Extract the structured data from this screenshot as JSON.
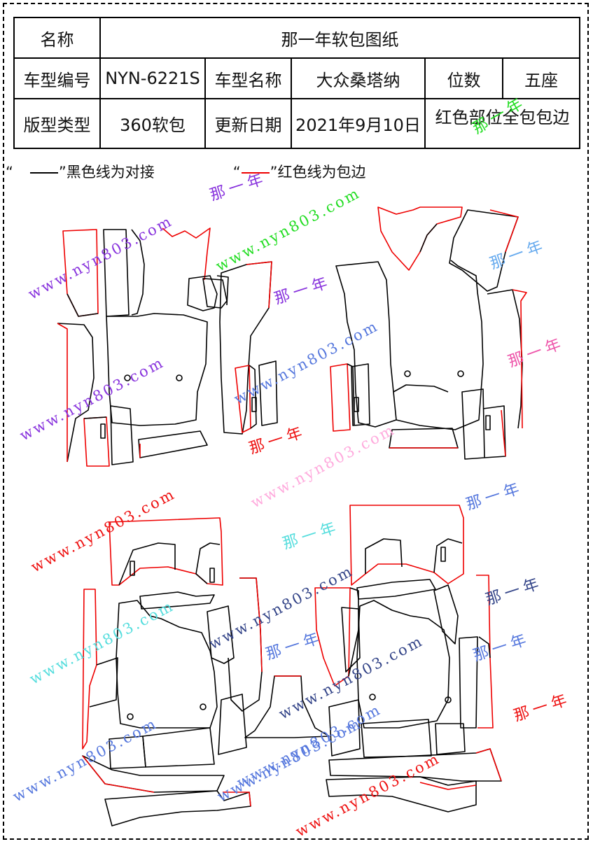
{
  "table": {
    "row1": {
      "label": "名称",
      "value": "那一年软包图纸"
    },
    "row2": {
      "label1": "车型编号",
      "value1": "NYN-6221S",
      "label2": "车型名称",
      "value2": "大众桑塔纳",
      "label3": "位数",
      "value3": "五座"
    },
    "row3": {
      "label1": "版型类型",
      "value1": "360软包",
      "label2": "更新日期",
      "value2": "2021年9月10日",
      "value3": "红色部位全包包边"
    }
  },
  "legend": {
    "black_quote_open": "“",
    "black_text": "”黑色线为对接",
    "red_quote_open": "“",
    "red_text": "”红色线为包边"
  },
  "watermarks": {
    "url": "www.nyn803.com",
    "brand": "那一年"
  },
  "colors": {
    "cut_line": "#000000",
    "edge_line": "#e00000",
    "wm_green": "#22dd22",
    "wm_purple": "#8833dd",
    "wm_pink": "#ee55aa",
    "wm_blue": "#5577dd",
    "wm_red": "#ee1111",
    "wm_cyan": "#55dddd",
    "wm_navy": "#334488",
    "wm_lightblue": "#66aaee",
    "wm_lightpink": "#ffaadd"
  }
}
